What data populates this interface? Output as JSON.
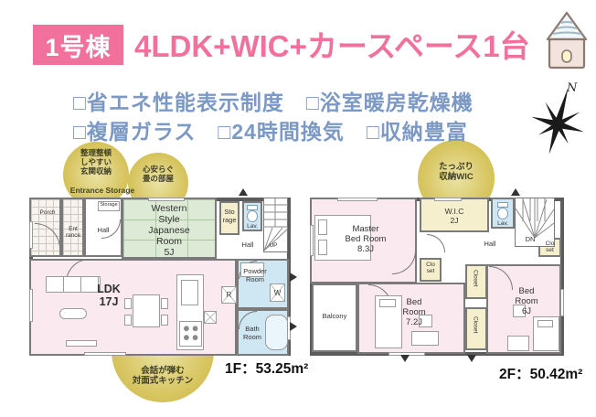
{
  "header": {
    "badge": "1号棟",
    "title": "4LDK+WIC+カースペース1台"
  },
  "features": {
    "line1": "□省エネ性能表示制度　□浴室暖房乾燥機",
    "line2": "□複層ガラス　□24時間換気　□収納豊富"
  },
  "compass": {
    "north": "N"
  },
  "floor1": {
    "area": "1F：53.25m²",
    "bubble_entrance": "整理整頓\nしやすい\n玄関収納",
    "bubble_entrance_en": "Entrance Storage",
    "bubble_tatami": "心安らぐ\n畳の部屋",
    "bubble_kitchen": "会話が弾む\n対面式キッチン",
    "rooms": {
      "porch": "Porch",
      "entrance": "Ent\nrance",
      "hall": "Hall",
      "storage_top": "Storage",
      "japanese": "Western\nStyle\nJapanese\nRoom\n5J",
      "storage": "Sto\nrage",
      "lav": "Lav.",
      "hall2": "Hall",
      "up": "UP",
      "ldk": "LDK\n17J",
      "fridge": "R",
      "powder": "Powder\nRoom",
      "washer": "W",
      "bath": "Bath\nRoom"
    }
  },
  "floor2": {
    "area": "2F：50.42m²",
    "bubble_wic": "たっぷり\n収納WIC",
    "rooms": {
      "master": "Master\nBed Room\n8.3J",
      "wic": "W.I.C\n2J",
      "lav": "Lav.",
      "dn": "DN",
      "hall": "Hall",
      "closet_a": "Clo\nset",
      "closet_b": "Clo\nset",
      "closet_c": "Closet",
      "closet_d": "Closet",
      "balcony": "Balcony",
      "bed2": "Bed\nRoom\n7.2J",
      "bed3": "Bed\nRoom\n6J"
    }
  },
  "colors": {
    "accent_pink": "#f2719c",
    "feature_text_blue": "#7c99c5",
    "room_pink": "#faeaef",
    "tatami_green": "#dcead6",
    "storage_yellow": "#f6efcd",
    "water_blue": "#cfe7f2",
    "bubble_olive": "#d8c662",
    "wall_gray": "#5c5c5c"
  }
}
